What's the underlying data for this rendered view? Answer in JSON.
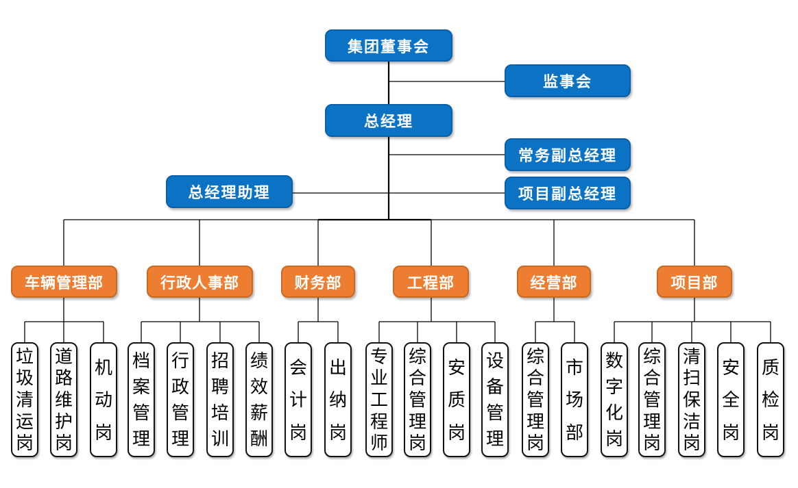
{
  "org": {
    "board": "集团董事会",
    "supervisory": "监事会",
    "general_manager": "总经理",
    "executive_deputy_gm": "常务副总经理",
    "gm_assistant": "总经理助理",
    "project_deputy_gm": "项目副总经理",
    "departments": [
      {
        "label": "车辆管理部",
        "positions": [
          "垃圾清运岗",
          "道路维护岗",
          "机动岗"
        ]
      },
      {
        "label": "行政人事部",
        "positions": [
          "档案管理",
          "行政管理",
          "招聘培训",
          "绩效薪酬"
        ]
      },
      {
        "label": "财务部",
        "positions": [
          "会计岗",
          "出纳岗"
        ]
      },
      {
        "label": "工程部",
        "positions": [
          "专业工程师",
          "综合管理岗",
          "安质岗",
          "设备管理"
        ]
      },
      {
        "label": "经营部",
        "positions": [
          "综合管理岗",
          "市场部"
        ]
      },
      {
        "label": "项目部",
        "positions": [
          "数字化岗",
          "综合管理岗",
          "清扫保洁岗",
          "安全岗",
          "质检岗"
        ]
      }
    ],
    "colors": {
      "executive_box_fill": "#0B72C4",
      "executive_box_border": "#0A60A8",
      "department_box_fill": "#ED7D31",
      "department_box_border": "#C96A23",
      "position_box_fill": "#FFFFFF",
      "position_box_border": "#111111",
      "connector": "#000000"
    }
  }
}
